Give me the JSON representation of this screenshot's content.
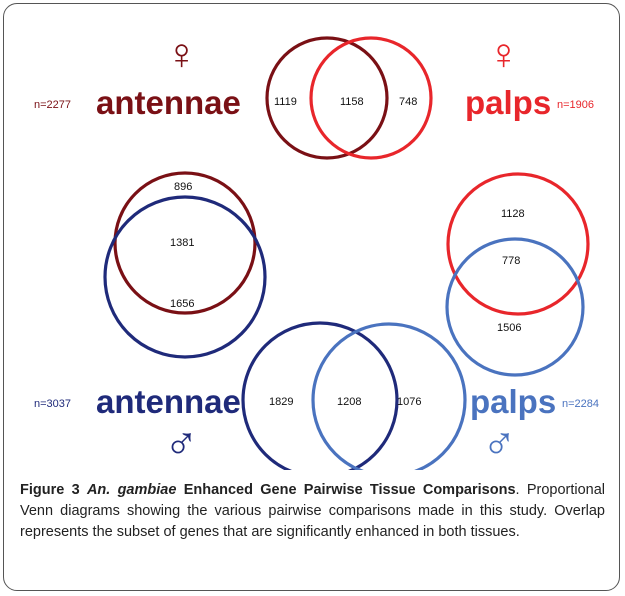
{
  "colors": {
    "female_antennae": "#7a1015",
    "female_palps": "#e8262b",
    "male_antennae": "#1f2a7a",
    "male_palps": "#4a73bf"
  },
  "labels": {
    "top_left_word": "antennae",
    "top_left_n": "n=2277",
    "top_right_word": "palps",
    "top_right_n": "n=1906",
    "bottom_left_word": "antennae",
    "bottom_left_n": "n=3037",
    "bottom_right_word": "palps",
    "bottom_right_n": "n=2284",
    "female_symbol": "♀",
    "male_symbol": "♂"
  },
  "venn": {
    "top": {
      "left": "1119",
      "overlap": "1158",
      "right": "748"
    },
    "left": {
      "top": "896",
      "overlap": "1381",
      "bottom": "1656"
    },
    "right": {
      "top": "1128",
      "overlap": "778",
      "bottom": "1506"
    },
    "bottom": {
      "left": "1829",
      "overlap": "1208",
      "right": "1076"
    }
  },
  "caption": {
    "figure": "Figure 3",
    "species": "An. gambiae",
    "title_rest": "Enhanced Gene Pairwise Tissue Comparisons",
    "body": ". Proportional Venn diagrams showing the various pairwise comparisons made in this study. Overlap represents the subset of genes that are significantly enhanced in both tissues."
  }
}
